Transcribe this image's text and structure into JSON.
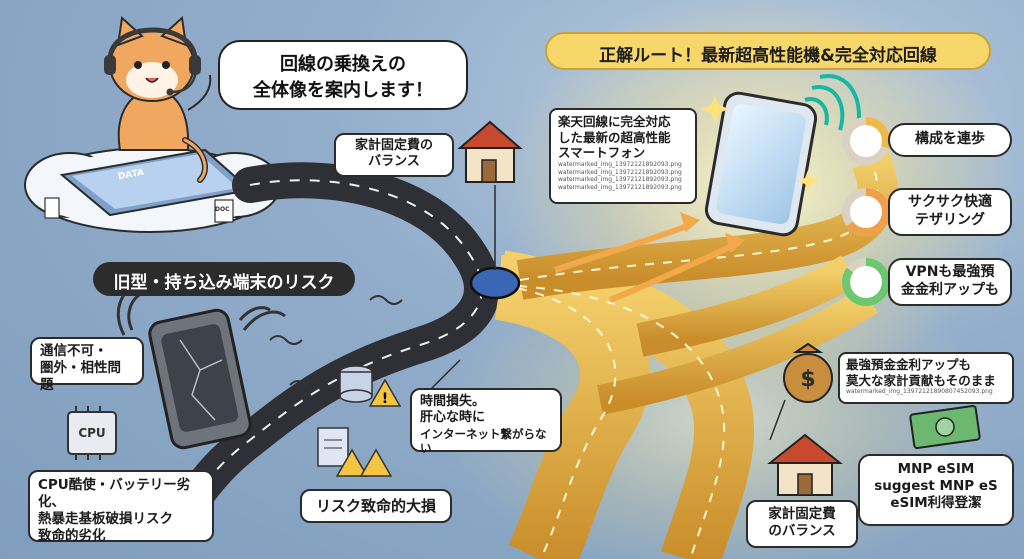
{
  "speech": {
    "line1": "回線の乗換えの",
    "line2": "全体像を案内します！"
  },
  "correct_route_title": "正解ルート！最新超高性能機&完全対応回線",
  "old_risk_title": "旧型・持ち込み端末のリスク",
  "house_top_label": {
    "line1": "家計固定費の",
    "line2": "バランス"
  },
  "smartphone_label": {
    "line1": "楽天回線に完全対応",
    "line2": "した最新の超高性能",
    "line3": "スマートフォン",
    "wm1": "watermarked_img_13972121892093.png",
    "wm2": "watermarked_img_13972121892093.png",
    "wm3": "watermarked_img_13972121892093.png",
    "wm4": "watermarked_img_13972121892093.png"
  },
  "benefits": [
    {
      "line1": "構成を連歩",
      "line2": ""
    },
    {
      "line1": "サクサク快適",
      "line2": "テザリング"
    },
    {
      "line1": "VPNも最強預",
      "line2": "金金利アップも"
    }
  ],
  "savings_label": {
    "line1": "最強預金金利アップも",
    "line2": "莫大な家計貢献もそのまま",
    "wm": "watermarked_img_13972121890807452093.png"
  },
  "mnp_label": {
    "line1": "MNP eSIM",
    "line2": "suggest MNP eS",
    "line3": "eSIM利得登潔"
  },
  "house_bottom_label": {
    "line1": "家計固定費",
    "line2": "のバランス"
  },
  "risk_signal": {
    "line1": "通信不可・",
    "line2": "圏外・相性問題"
  },
  "risk_time": {
    "line1": "時間損失。",
    "line2": "肝心な時に",
    "line3": "インターネット繋がらない"
  },
  "risk_cpu": {
    "line1": "CPU酷使・バッテリー劣化、",
    "line2": "熱暴走基板破損リスク",
    "line3": "致命的劣化"
  },
  "risk_fatal": "リスク致命的大損",
  "cpu_chip_text": "CPU",
  "tablet_text": "DATA",
  "doc_text": "DOC",
  "colors": {
    "gold": "#f5c542",
    "gold_pill": "#f7d76a",
    "dark_pill": "#2c2c2c",
    "road_dark": "#3a3d44",
    "road_gold": "#e9b94a"
  },
  "benefit_progress": [
    0.3,
    0.65,
    0.85
  ]
}
